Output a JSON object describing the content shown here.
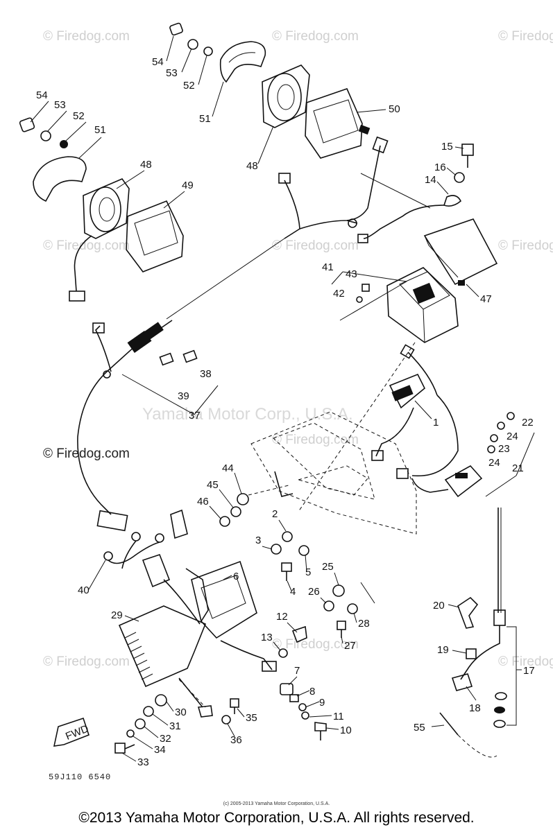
{
  "watermark": {
    "site": "© Firedog.com",
    "corp": "Yamaha Motor Corp., U.S.A."
  },
  "drawing_code": "59J110 6540",
  "copyright_small": "(c) 2005-2013 Yamaha Motor Corporation, U.S.A.",
  "copyright_main": "©2013 Yamaha Motor Corporation, U.S.A. All rights reserved.",
  "fwd_label": "FWD",
  "parts": {
    "p54a": "54",
    "p53a": "53",
    "p52a": "52",
    "p51a": "51",
    "p54b": "54",
    "p53b": "53",
    "p52b": "52",
    "p51b": "51",
    "p48a": "48",
    "p48b": "48",
    "p49": "49",
    "p50": "50",
    "p15": "15",
    "p16": "16",
    "p14": "14",
    "p47": "47",
    "p41": "41",
    "p43": "43",
    "p42": "42",
    "p38": "38",
    "p39": "39",
    "p37": "37",
    "p1": "1",
    "p22": "22",
    "p24a": "24",
    "p23": "23",
    "p24b": "24",
    "p21": "21",
    "p44": "44",
    "p45": "45",
    "p46": "46",
    "p2": "2",
    "p3": "3",
    "p5": "5",
    "p4": "4",
    "p25": "25",
    "p26": "26",
    "p28": "28",
    "p27": "27",
    "p40": "40",
    "p6": "6",
    "p29": "29",
    "p12": "12",
    "p13": "13",
    "p7": "7",
    "p8": "8",
    "p9": "9",
    "p11": "11",
    "p10": "10",
    "p30": "30",
    "p31": "31",
    "p32": "32",
    "p34": "34",
    "p33": "33",
    "p35": "35",
    "p36": "36",
    "p20": "20",
    "p19": "19",
    "p17": "17",
    "p18": "18",
    "p55": "55"
  }
}
